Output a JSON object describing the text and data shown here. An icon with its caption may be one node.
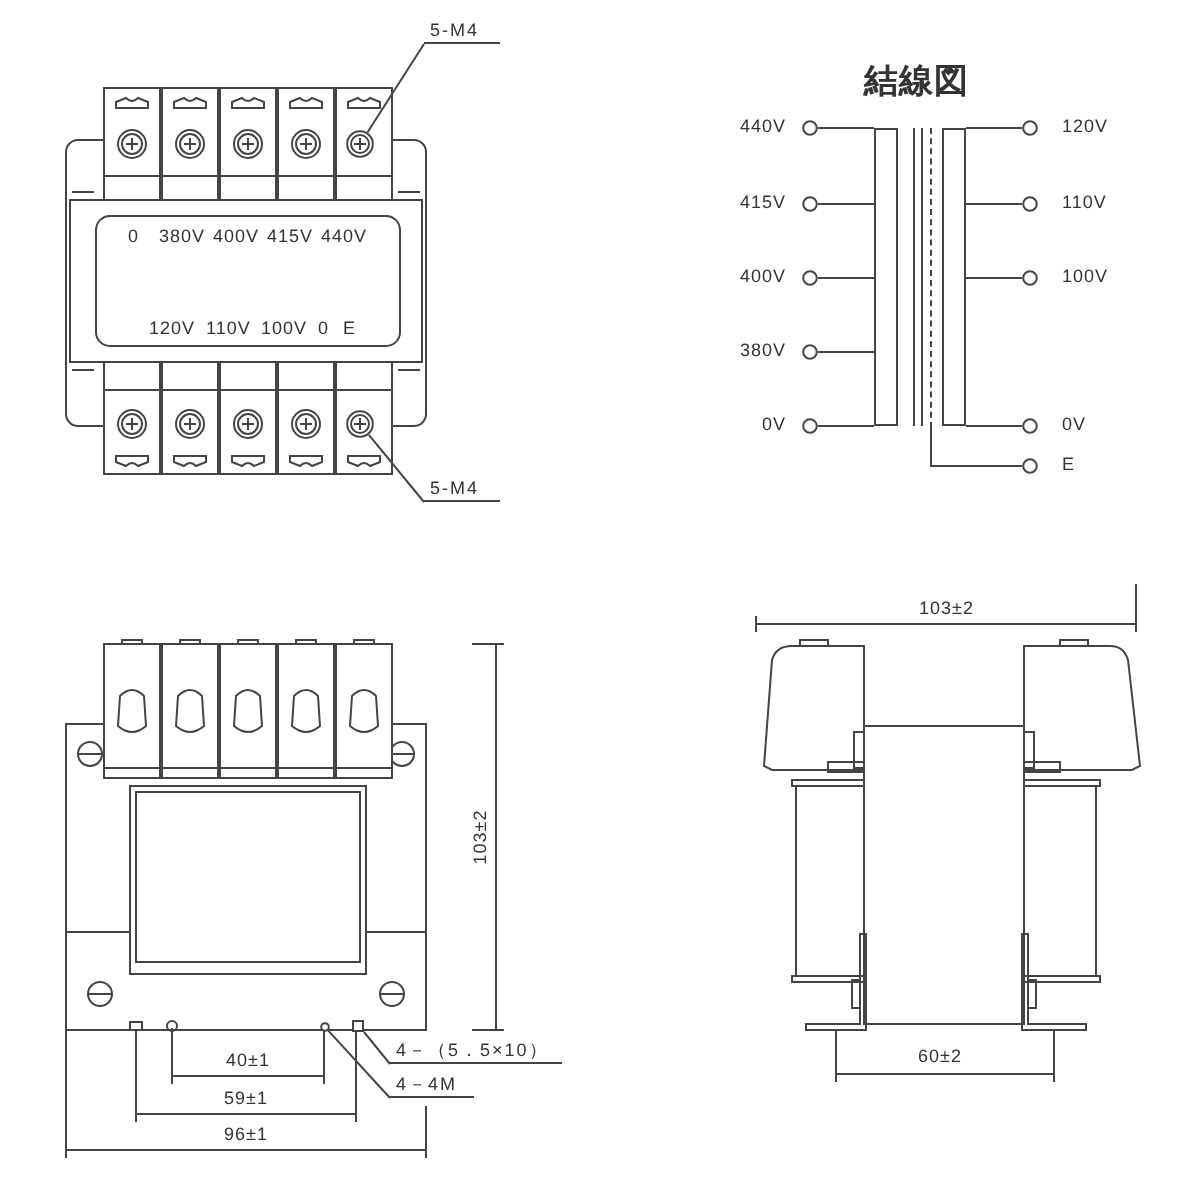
{
  "diagram": {
    "title": "結線図",
    "nodes": [
      {
        "text": [
          "5-M4"
        ]
      },
      {
        "text": [],
        "shape": "circle"
      },
      {
        "text": [
          "5-M4"
        ]
      },
      {
        "text": [],
        "shape": "circle"
      },
      {
        "text": [
          "4－（5．5×10）"
        ]
      },
      {
        "text": [],
        "shape": "box"
      },
      {
        "text": [
          "4－4M"
        ]
      },
      {
        "text": [],
        "shape": "circle"
      },
      {
        "text": [],
        "shape": "box"
      },
      {
        "text": [],
        "shape": "box"
      },
      {
        "text": [],
        "shape": "bar"
      },
      {
        "text": [],
        "shape": "circle",
        "beside": [
          "440V"
        ]
      },
      {
        "text": [],
        "shape": "circle",
        "beside": [
          "415V"
        ]
      },
      {
        "text": [],
        "shape": "circle",
        "beside": [
          "400V"
        ]
      },
      {
        "text": [],
        "shape": "circle",
        "beside": [
          "380V"
        ]
      },
      {
        "text": [],
        "shape": "circle",
        "beside": [
          "0V"
        ]
      },
      {
        "text": [],
        "shape": "circle",
        "beside": [
          "120V"
        ]
      },
      {
        "text": [],
        "shape": "circle",
        "beside": [
          "110V"
        ]
      },
      {
        "text": [],
        "shape": "circle",
        "beside": [
          "100V"
        ]
      },
      {
        "text": [],
        "shape": "circle",
        "beside": [
          "0V"
        ]
      },
      {
        "text": [],
        "shape": "circle",
        "beside": [
          "E"
        ]
      }
    ],
    "edges": [
      {
        "from": 0,
        "to": 1,
        "arrow": "none"
      },
      {
        "from": 2,
        "to": 3,
        "arrow": "none"
      },
      {
        "from": 4,
        "to": 5,
        "arrow": "none"
      },
      {
        "from": 6,
        "to": 7,
        "arrow": "none"
      },
      {
        "from": 11,
        "to": 8,
        "arrow": "none"
      },
      {
        "from": 12,
        "to": 8,
        "arrow": "none"
      },
      {
        "from": 13,
        "to": 8,
        "arrow": "none"
      },
      {
        "from": 14,
        "to": 8,
        "arrow": "none"
      },
      {
        "from": 15,
        "to": 8,
        "arrow": "none"
      },
      {
        "from": 9,
        "to": 16,
        "arrow": "none"
      },
      {
        "from": 9,
        "to": 17,
        "arrow": "none"
      },
      {
        "from": 9,
        "to": 18,
        "arrow": "none"
      },
      {
        "from": 9,
        "to": 19,
        "arrow": "none"
      },
      {
        "from": 10,
        "to": 20,
        "arrow": "none"
      }
    ],
    "labels": [
      "0",
      "380V",
      "400V",
      "415V",
      "440V",
      "120V",
      "110V",
      "100V",
      "0",
      "E",
      "103±2",
      "40±1",
      "59±1",
      "96±1",
      "103±2",
      "60±2"
    ]
  }
}
